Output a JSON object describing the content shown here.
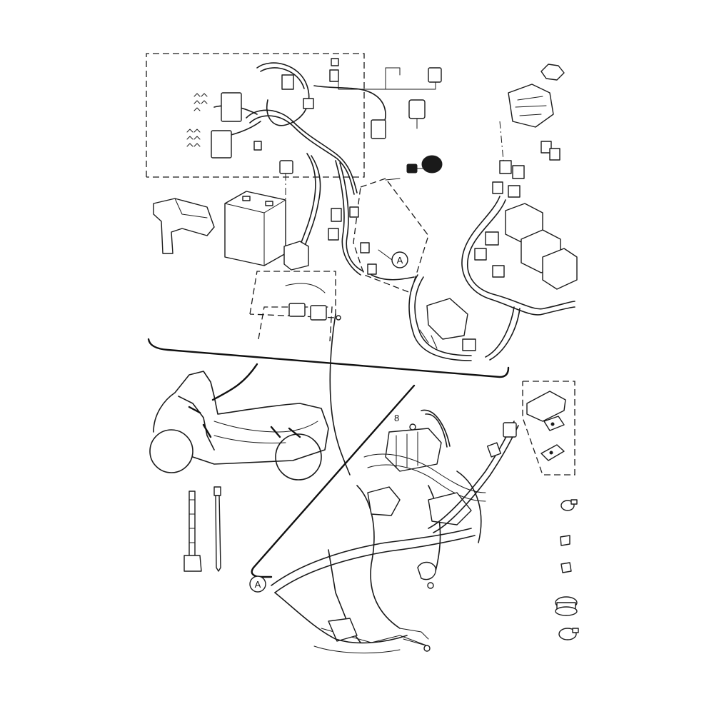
{
  "diagram": {
    "callout_top": "A",
    "callout_bottom": "A",
    "part_number": "8"
  }
}
